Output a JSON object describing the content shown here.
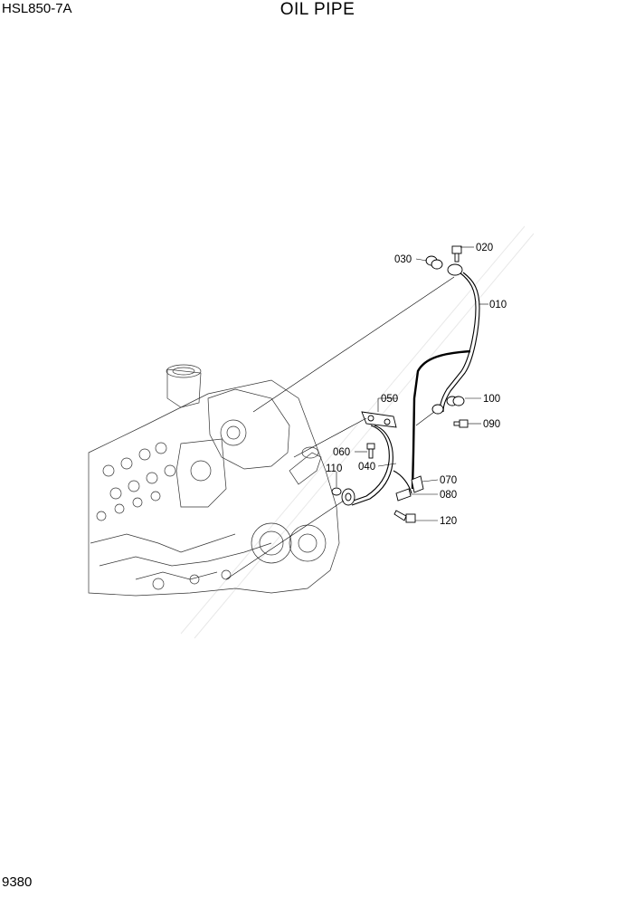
{
  "header": {
    "model": "HSL850-7A",
    "title": "OIL PIPE"
  },
  "footer": {
    "page_number": "9380"
  },
  "callouts": [
    {
      "id": "c010",
      "text": "010"
    },
    {
      "id": "c020",
      "text": "020"
    },
    {
      "id": "c030",
      "text": "030"
    },
    {
      "id": "c040",
      "text": "040"
    },
    {
      "id": "c050",
      "text": "050"
    },
    {
      "id": "c060",
      "text": "060"
    },
    {
      "id": "c070",
      "text": "070"
    },
    {
      "id": "c080",
      "text": "080"
    },
    {
      "id": "c090",
      "text": "090"
    },
    {
      "id": "c100",
      "text": "100"
    },
    {
      "id": "c110",
      "text": "110"
    },
    {
      "id": "c120",
      "text": "120"
    }
  ]
}
